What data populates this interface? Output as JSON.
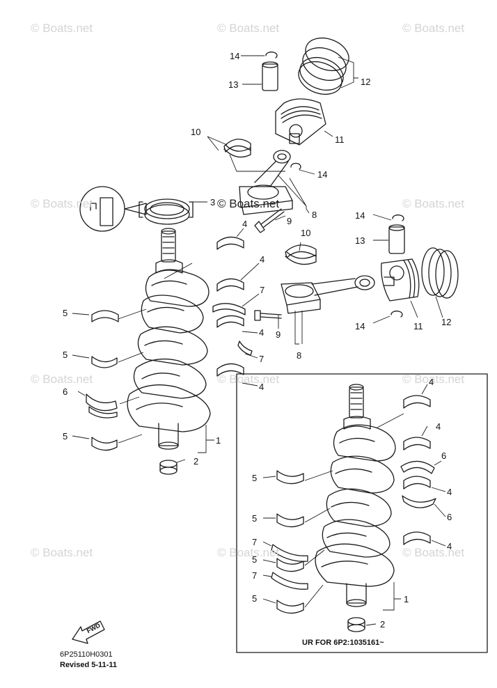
{
  "watermark": "© Boats.net",
  "callouts": {
    "c1": "1",
    "c2": "2",
    "c3": "3",
    "c4": "4",
    "c5": "5",
    "c6": "6",
    "c7": "7",
    "c8": "8",
    "c9": "9",
    "c10": "10",
    "c11": "11",
    "c12": "12",
    "c13": "13",
    "c14": "14"
  },
  "fwd_label": "FWD",
  "footer": {
    "code": "6P25110H0301",
    "revised": "Revised 5-11-11"
  },
  "inset": {
    "caption": "UR FOR  6P2:1035161~"
  },
  "colors": {
    "line": "#1a1a1a",
    "watermark": "#d4d4d4",
    "background": "#ffffff"
  }
}
